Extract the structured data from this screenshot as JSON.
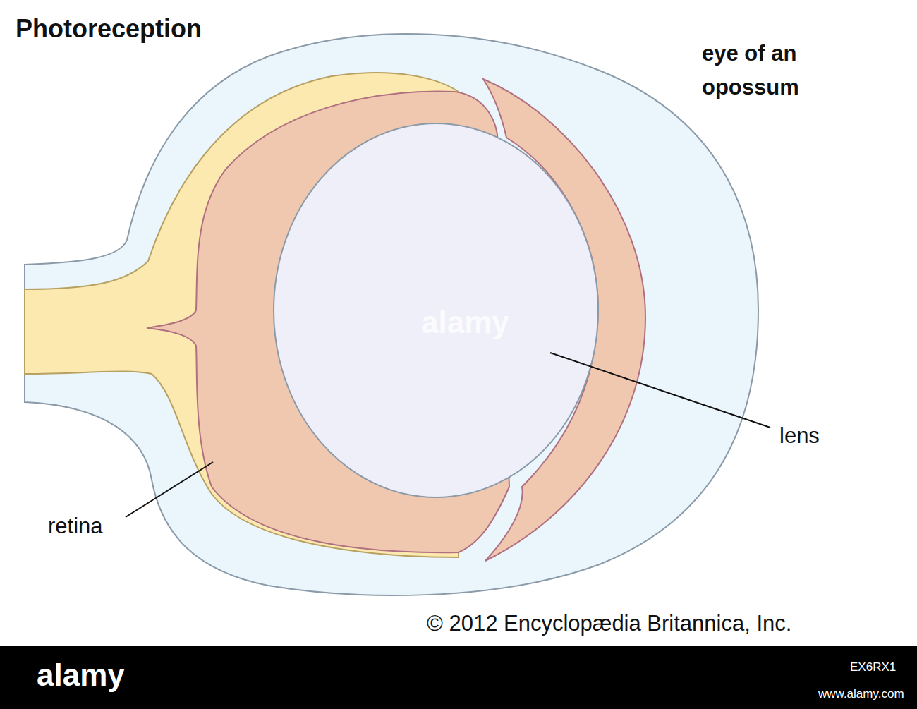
{
  "diagram": {
    "title": "Photoreception",
    "labels": [
      "eye of an opossum",
      "lens",
      "retina",
      "© 2012 Encyclopædia Britannica, Inc.",
      "alamy",
      "alamy",
      "EX6RX1",
      "www.alamy.com"
    ]
  }
}
